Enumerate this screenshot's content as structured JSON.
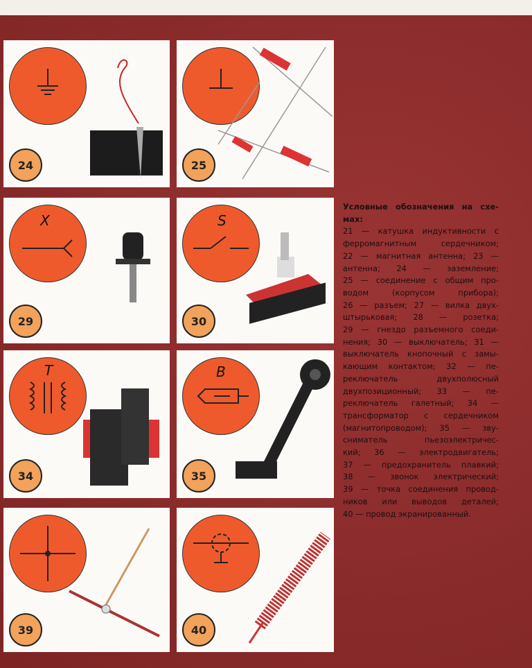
{
  "cards": [
    {
      "number": "24",
      "symbol": "ground"
    },
    {
      "number": "25",
      "symbol": "chassis"
    },
    {
      "number": "29",
      "symbol": "socket",
      "letter": "X"
    },
    {
      "number": "30",
      "symbol": "switch",
      "letter": "S"
    },
    {
      "number": "34",
      "symbol": "transformer",
      "letter": "T"
    },
    {
      "number": "35",
      "symbol": "piezo-pickup",
      "letter": "B"
    },
    {
      "number": "39",
      "symbol": "junction"
    },
    {
      "number": "40",
      "symbol": "shielded-wire"
    }
  ],
  "caption": {
    "lines": [
      "Условные обозначения на схе-",
      "мах:",
      "21 — катушка индуктивности с",
      "ферромагнитным сердечником;",
      "22 — магнитная антенна; 23 —",
      "антенна; 24 — заземление;",
      "25 — соединение с общим про-",
      "водом (корпусом прибора);",
      "26 — разъем; 27 — вилка двух-",
      "штырьковая; 28 — розетка;",
      "29 — гнездо разъемного соеди-",
      "нения; 30 — выключатель; 31 —",
      "выключатель кнопочный с замы-",
      "кающим контактом; 32 — пе-",
      "реключатель двухполюсный",
      "двухпозиционный; 33 — пе-",
      "реключатель галетный; 34 —",
      "трансформатор с сердечником",
      "(магнитопроводом); 35 — зву-",
      "сниматель пьезоэлектричес-",
      "кий; 36 — электродвигатель;",
      "37 — предохранитель плавкий;",
      "38 — звонок электрический;",
      "39 — точка соединения провод-",
      "ников или выводов деталей;",
      "40 — провод экранированный."
    ]
  }
}
